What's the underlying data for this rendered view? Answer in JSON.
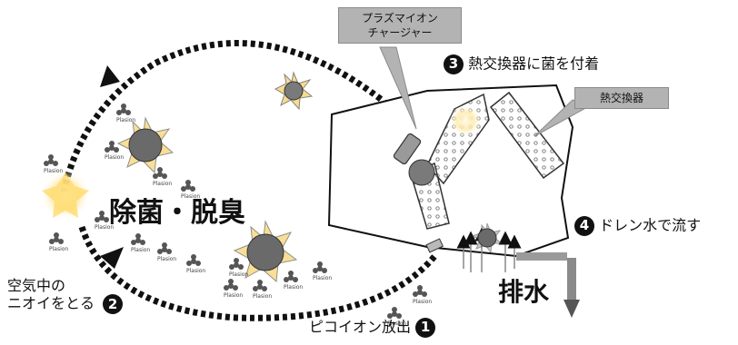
{
  "labels": {
    "charger_line1": "プラズマイオン",
    "charger_line2": "チャージャー",
    "step3": "熱交換器に菌を付着",
    "heat_exchanger": "熱交換器",
    "step4": "ドレン水で流す",
    "sterilize": "除菌・脱臭",
    "air_line1": "空気中の",
    "air_line2": "ニオイをとる",
    "ion_release": "ピコイオン放出",
    "drain": "排水",
    "ion_text": "Plasion"
  },
  "step_numbers": {
    "n1": "1",
    "n2": "2",
    "n3": "3",
    "n4": "4"
  },
  "colors": {
    "arrow": "#111111",
    "germ_fill": "#7a7a7a",
    "germ_dark": "#444444",
    "glow": "#fffbe6",
    "exchanger_fill": "#cfcfcf",
    "callout_bg": "#b3b3b3",
    "drain_pipe": "#9a9a9a"
  },
  "icons": [
    "germ-icon",
    "ion-cluster-icon",
    "down-arrow-icon"
  ]
}
